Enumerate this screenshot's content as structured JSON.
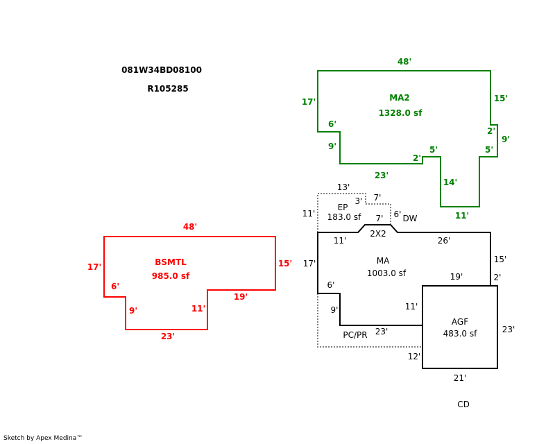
{
  "header": {
    "parcel_id": "081W34BD08100",
    "account_id": "R105285"
  },
  "colors": {
    "ma2": "#008000",
    "bsmtl": "#ff0000",
    "main": "#000000",
    "dotted": "#808080"
  },
  "areas": {
    "ma2": {
      "name": "MA2",
      "area": "1328.0 sf"
    },
    "bsmtl": {
      "name": "BSMTL",
      "area": "985.0 sf"
    },
    "ep": {
      "name": "EP",
      "area": "183.0 sf"
    },
    "ma": {
      "name": "MA",
      "area": "1003.0 sf"
    },
    "agf": {
      "name": "AGF",
      "area": "483.0 sf"
    }
  },
  "labels": {
    "ma2": [
      "48'",
      "17'",
      "15'",
      "6'",
      "9'",
      "2'",
      "9'",
      "5'",
      "2'",
      "5'",
      "23'",
      "14'",
      "11'"
    ],
    "bsmtl": [
      "48'",
      "17'",
      "15'",
      "6'",
      "9'",
      "11'",
      "19'",
      "23'"
    ],
    "ep": [
      "13'",
      "3'",
      "7'",
      "11'",
      "7'",
      "6'"
    ],
    "ma": [
      "11'",
      "26'",
      "17'",
      "15'",
      "19'",
      "2'",
      "6'",
      "9'",
      "11'",
      "23'",
      "12'"
    ],
    "agf": [
      "23'",
      "21'"
    ],
    "misc": {
      "dw": "DW",
      "two_by_two": "2X2",
      "pcpr": "PC/PR",
      "cd": "CD"
    }
  },
  "footer": "Sketch by Apex Medina™"
}
